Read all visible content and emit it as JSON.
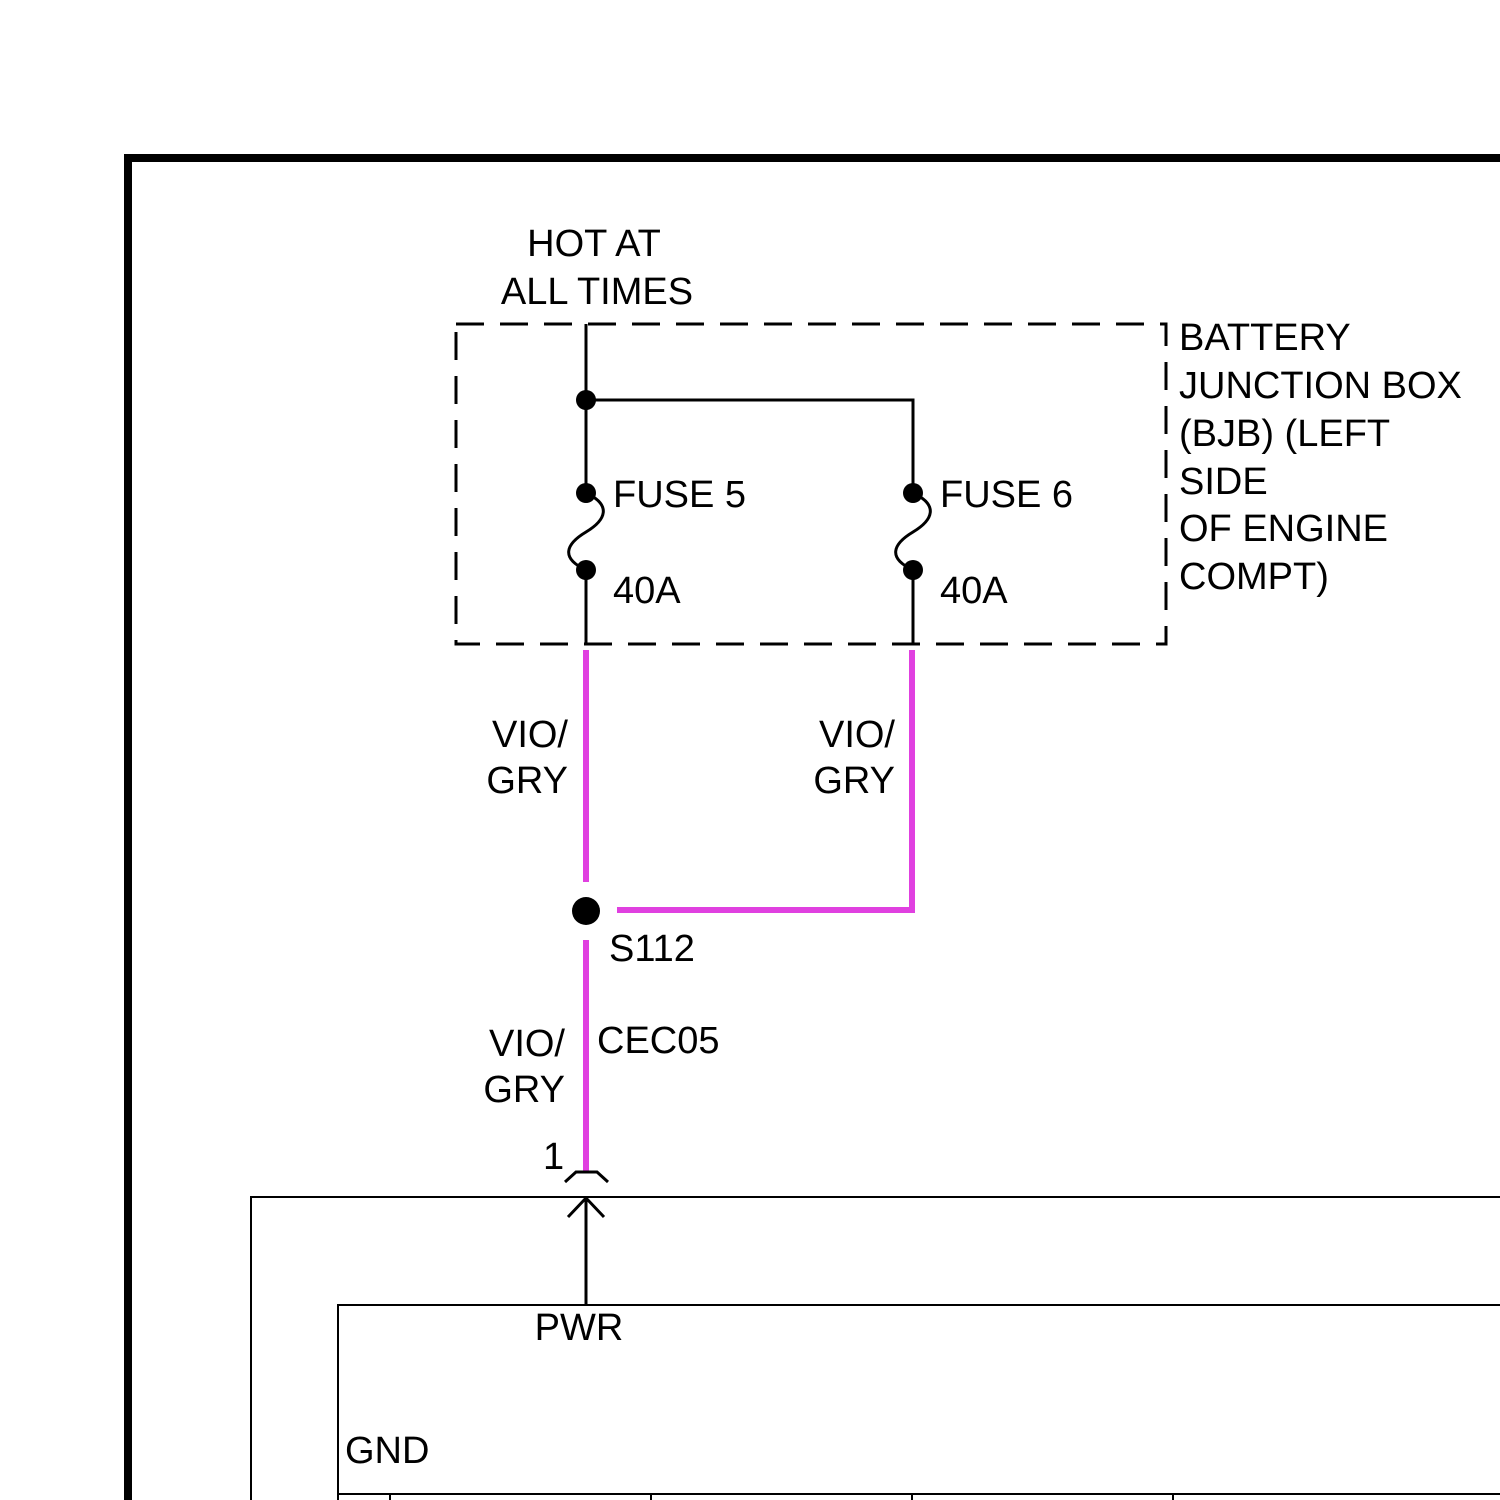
{
  "power_source": {
    "line1": "HOT AT",
    "line2": "ALL TIMES"
  },
  "junction_box": {
    "name_lines": [
      "BATTERY",
      "JUNCTION BOX",
      "(BJB) (LEFT",
      "SIDE",
      "OF ENGINE",
      "COMPT)"
    ],
    "fuses": [
      {
        "name": "FUSE 5",
        "rating": "40A"
      },
      {
        "name": "FUSE 6",
        "rating": "40A"
      }
    ]
  },
  "wires": {
    "left_color": {
      "line1": "VIO/",
      "line2": "GRY"
    },
    "right_color": {
      "line1": "VIO/",
      "line2": "GRY"
    },
    "bottom_color": {
      "line1": "VIO/",
      "line2": "GRY"
    },
    "circuit": "CEC05",
    "wire_color_hex": "#e040e0"
  },
  "splice": {
    "id": "S112"
  },
  "connector": {
    "pin": "1"
  },
  "module": {
    "pwr_label": "PWR",
    "gnd_label": "GND"
  }
}
